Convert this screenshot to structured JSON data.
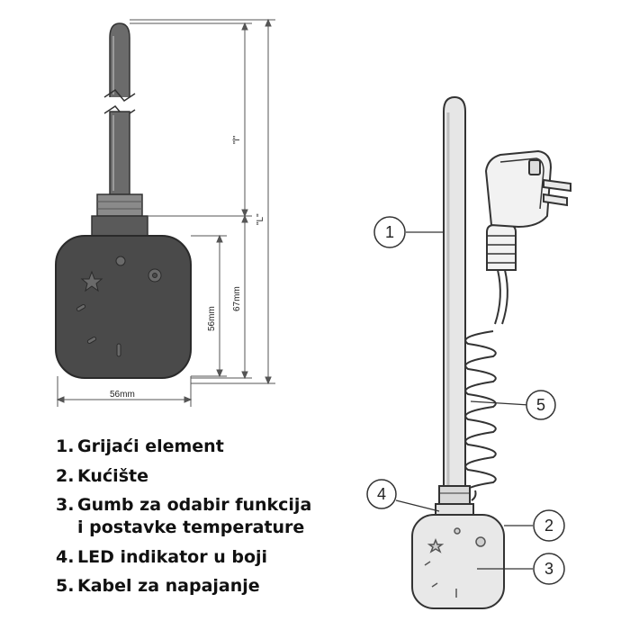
{
  "dimensions": {
    "width_label": "56mm",
    "height_label": "56mm",
    "total_body_label": "67mm",
    "element_length_label": "\"l\"",
    "total_length_label": "\"L\""
  },
  "callouts": [
    {
      "number": "1"
    },
    {
      "number": "2"
    },
    {
      "number": "3"
    },
    {
      "number": "4"
    },
    {
      "number": "5"
    }
  ],
  "legend": [
    {
      "number": "1.",
      "text": "Grijaći element"
    },
    {
      "number": "2.",
      "text": "Kućište"
    },
    {
      "number": "3.",
      "text": "Gumb za odabir funkcija\ni postavke temperature"
    },
    {
      "number": "4.",
      "text": "LED indikator u boji"
    },
    {
      "number": "5.",
      "text": "Kabel za napajanje"
    }
  ],
  "colors": {
    "housing_dark": "#4a4a4a",
    "element_dark": "#6a6a6a",
    "line": "#333333",
    "dim_line": "#555555",
    "light_fill": "#e8e8e8"
  }
}
